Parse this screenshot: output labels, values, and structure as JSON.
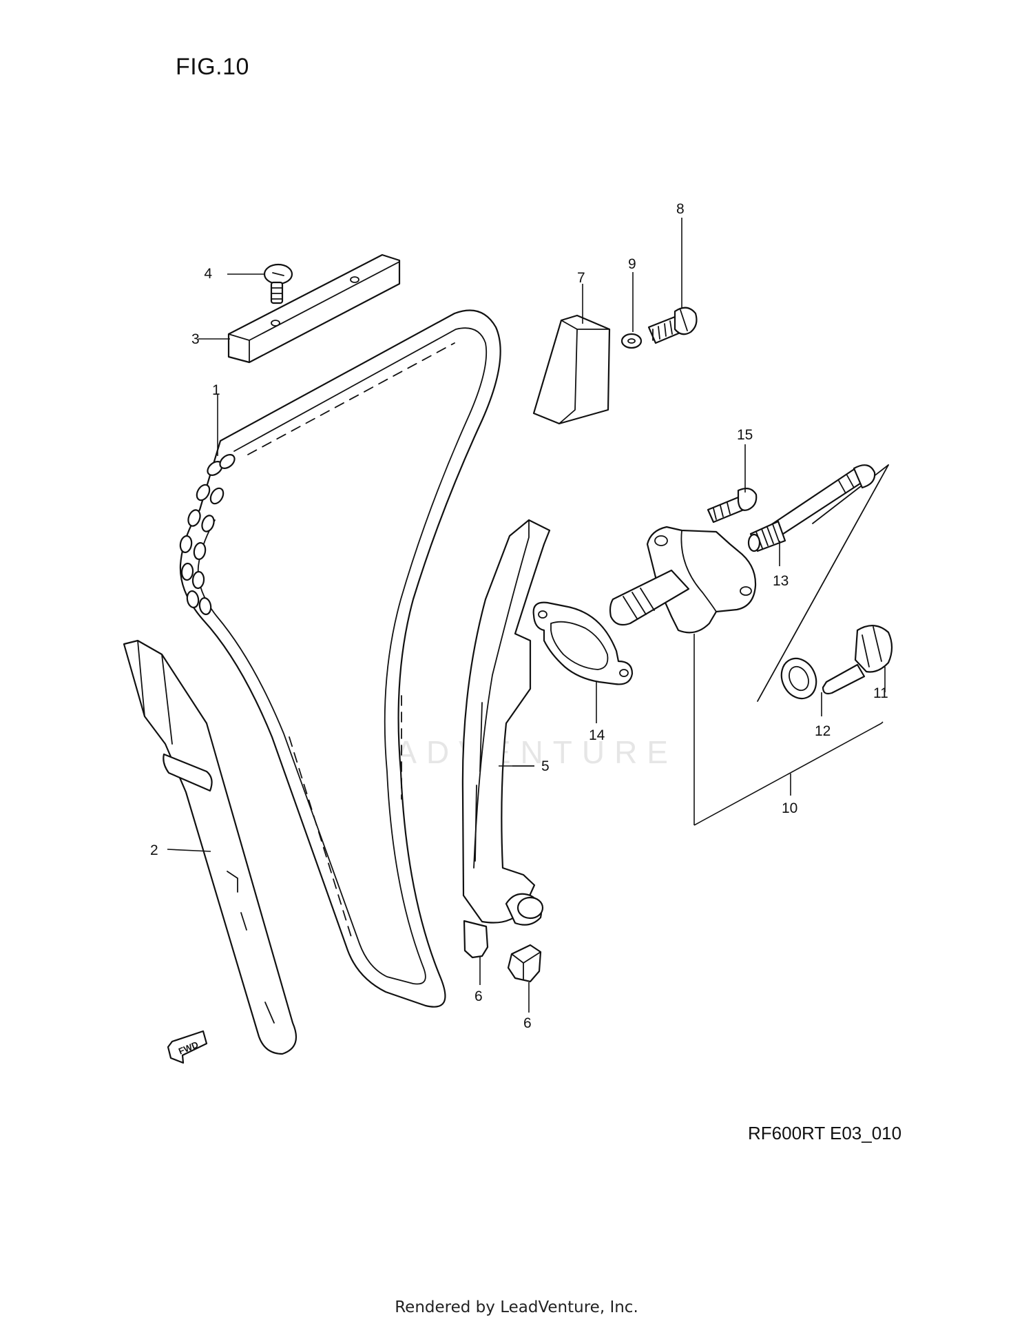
{
  "figure": {
    "title": "FIG.10",
    "diagram_id": "RF600RT E03_010",
    "footer": "Rendered by LeadVenture, Inc.",
    "watermark": "LEADVENTURE",
    "direction_label": "FWD"
  },
  "callouts": [
    {
      "id": "c1",
      "label": "1"
    },
    {
      "id": "c2",
      "label": "2"
    },
    {
      "id": "c3",
      "label": "3"
    },
    {
      "id": "c4",
      "label": "4"
    },
    {
      "id": "c5",
      "label": "5"
    },
    {
      "id": "c6a",
      "label": "6"
    },
    {
      "id": "c6b",
      "label": "6"
    },
    {
      "id": "c7",
      "label": "7"
    },
    {
      "id": "c8",
      "label": "8"
    },
    {
      "id": "c9",
      "label": "9"
    },
    {
      "id": "c10",
      "label": "10"
    },
    {
      "id": "c11",
      "label": "11"
    },
    {
      "id": "c12",
      "label": "12"
    },
    {
      "id": "c13",
      "label": "13"
    },
    {
      "id": "c14",
      "label": "14"
    },
    {
      "id": "c15",
      "label": "15"
    }
  ]
}
